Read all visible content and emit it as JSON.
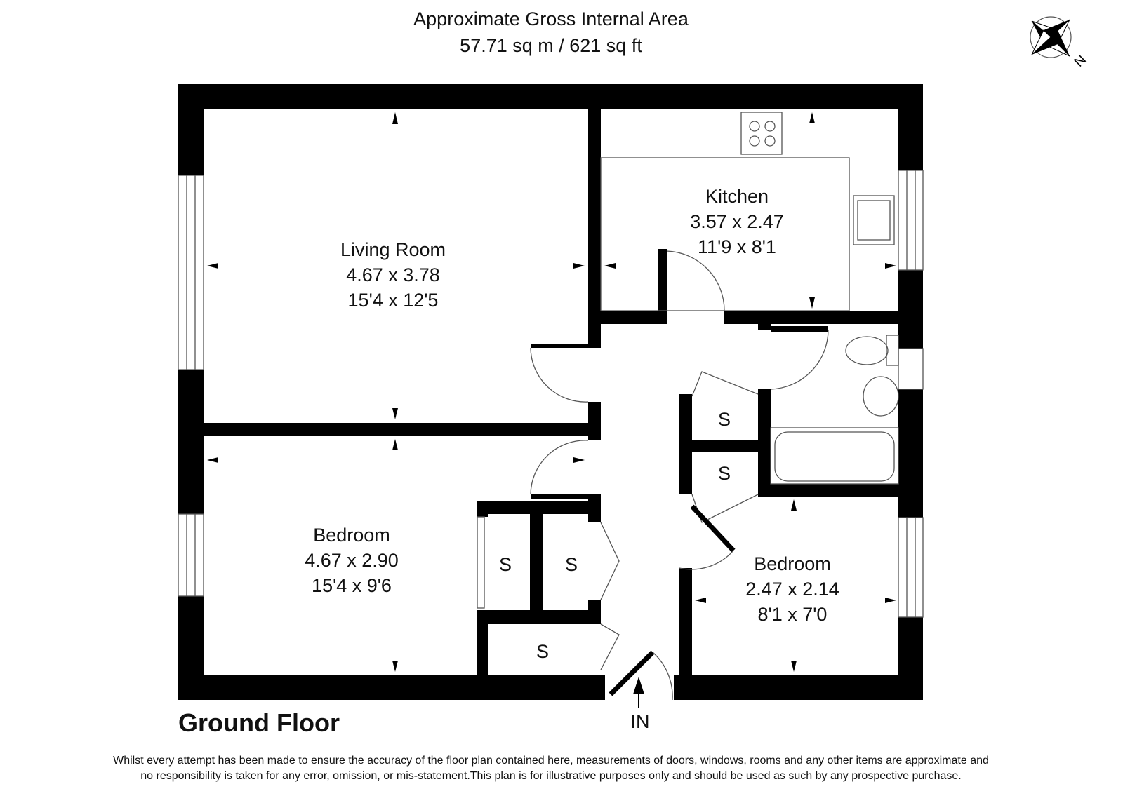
{
  "header": {
    "title": "Approximate Gross Internal Area",
    "area": "57.71 sq m / 621 sq ft"
  },
  "compass": {
    "label": "N"
  },
  "rooms": [
    {
      "name": "Living Room",
      "metric": "4.67 x 3.78",
      "imperial": "15'4 x 12'5"
    },
    {
      "name": "Kitchen",
      "metric": "3.57 x 2.47",
      "imperial": "11'9 x 8'1"
    },
    {
      "name": "Bedroom",
      "metric": "4.67 x 2.90",
      "imperial": "15'4 x 9'6"
    },
    {
      "name": "Bedroom",
      "metric": "2.47 x 2.14",
      "imperial": "8'1 x 7'0"
    }
  ],
  "storage_label": "S",
  "entrance_label": "IN",
  "floor_label": "Ground Floor",
  "disclaimer": [
    "Whilst every attempt has been made to ensure the accuracy of the floor plan contained here, measurements of doors, windows, rooms and any other items are approximate and",
    "no responsibility is taken for any error, omission, or mis-statement.This plan is for illustrative purposes only and should be used as such by any prospective purchase."
  ]
}
